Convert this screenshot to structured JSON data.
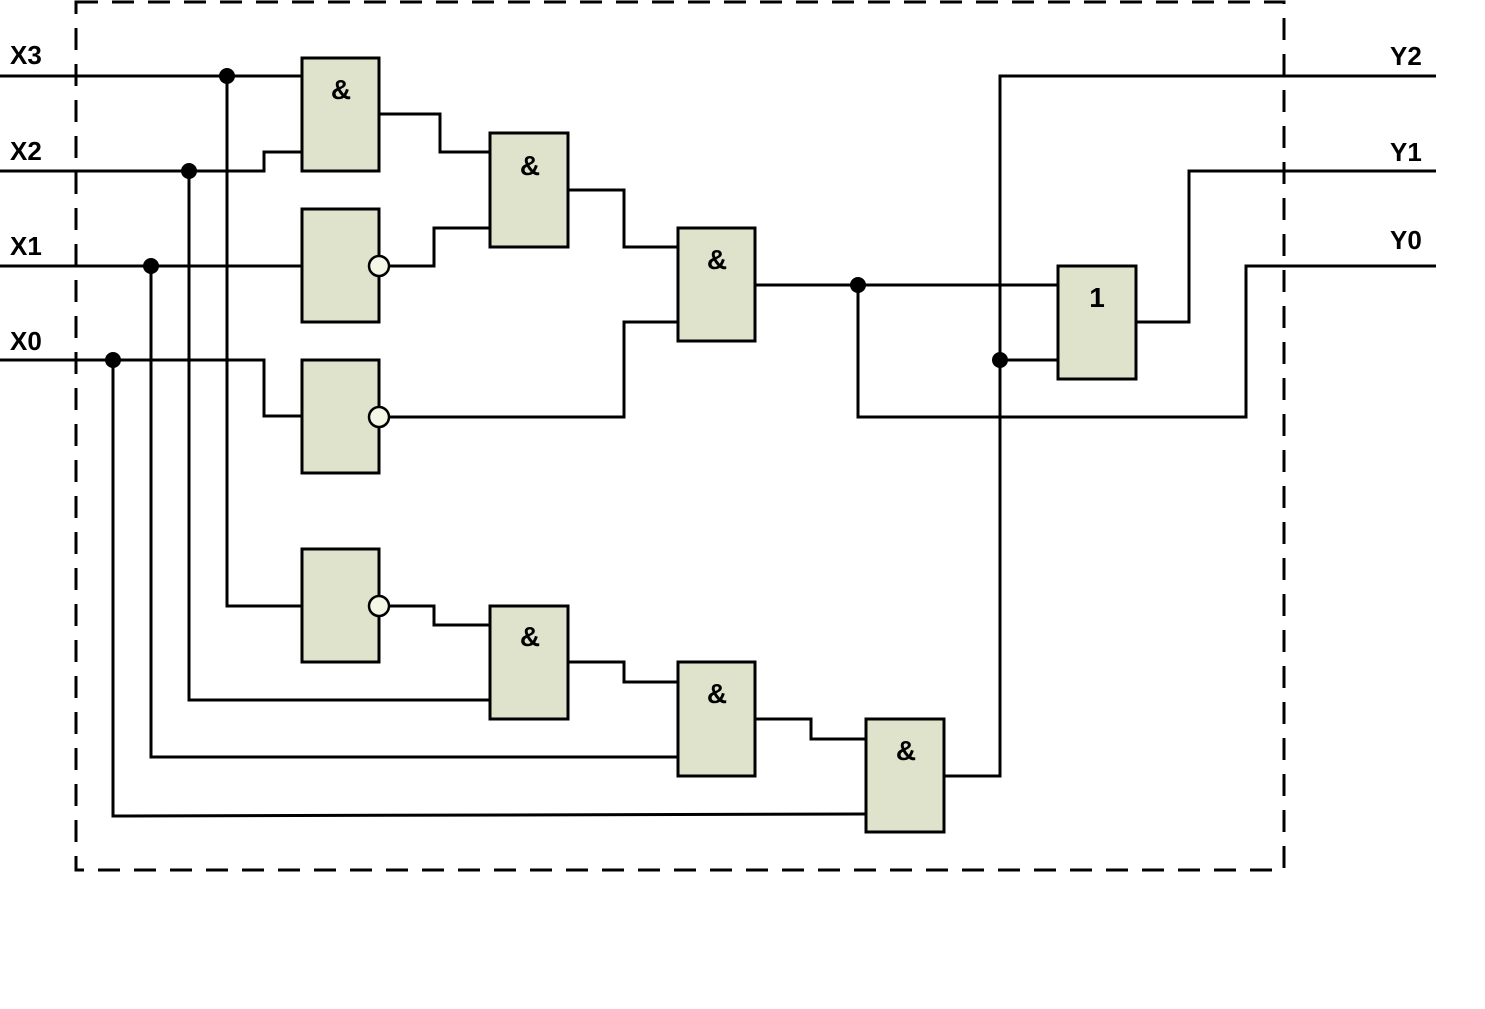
{
  "inputs": {
    "x3": "X3",
    "x2": "X2",
    "x1": "X1",
    "x0": "X0"
  },
  "outputs": {
    "y2": "Y2",
    "y1": "Y1",
    "y0": "Y0"
  },
  "gates": {
    "and_symbol": "&",
    "or_symbol": "1"
  },
  "colors": {
    "gate_fill": "#dfe3cc",
    "wire": "#000000",
    "bubble_fill": "#f4f6e6"
  }
}
